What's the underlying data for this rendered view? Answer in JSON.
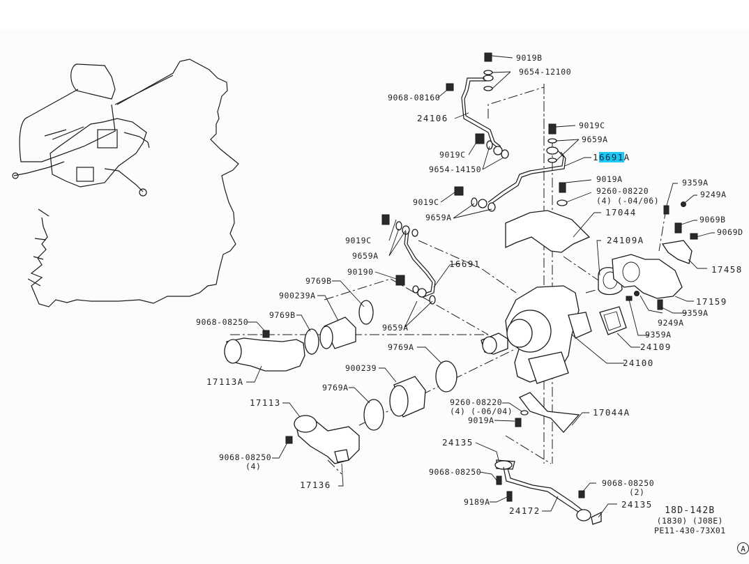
{
  "diagram": {
    "title": "Turbocharger exploded parts view",
    "highlight": {
      "part": "16691A",
      "selected_text": "6691",
      "color": "#1ec8f5"
    },
    "labels": {
      "p9019B": "9019B",
      "p9654_12100": "9654-12100",
      "p9068_08160": "9068-08160",
      "p24106": "24106",
      "p9019C_a": "9019C",
      "p9659A_a": "9659A",
      "p16691A_pre": "1",
      "p16691A_sel": "6691",
      "p16691A_post": "A",
      "p9019C_b": "9019C",
      "p9654_14150": "9654-14150",
      "p9019A_a": "9019A",
      "p9260_08220_a": "9260-08220",
      "p9260_08220_a_note": "(4) (-04/06)",
      "p9019C_c": "9019C",
      "p9659A_b": "9659A",
      "p17044": "17044",
      "p9359A_a": "9359A",
      "p9249A_a": "9249A",
      "p9069B": "9069B",
      "p9069D": "9069D",
      "p24109A": "24109A",
      "p17458": "17458",
      "p9019C_d": "9019C",
      "p9659A_c": "9659A",
      "p16691": "16691",
      "p90190": "90190",
      "p9769B_a": "9769B",
      "p900239A": "900239A",
      "p17159": "17159",
      "p9068_08250_a": "9068-08250",
      "p9769B_b": "9769B",
      "p9359A_b": "9359A",
      "p9249A_b": "9249A",
      "p9359A_c": "9359A",
      "p9659A_d": "9659A",
      "p24109": "24109",
      "p9769A_a": "9769A",
      "p24100": "24100",
      "p17113A": "17113A",
      "p900239": "900239",
      "p9769A_b": "9769A",
      "p9260_08220_b": "9260-08220",
      "p9260_08220_b_note": "(4) (-06/04)",
      "p17113": "17113",
      "p9019A_b": "9019A",
      "p17044A": "17044A",
      "p24135_a": "24135",
      "p9068_08250_b": "9068-08250",
      "p9068_08250_b_note": "(4)",
      "p9068_08250_c": "9068-08250",
      "p17136": "17136",
      "p9068_08250_d": "9068-08250",
      "p9068_08250_d_note": "(2)",
      "p24135_b": "24135",
      "p9189A": "9189A",
      "p24172": "24172"
    },
    "code_block": {
      "line1": "18D-142B",
      "line2": "(1830) (J08E)",
      "line3": "PE11-430-73X01"
    },
    "corner_marker": "A"
  }
}
